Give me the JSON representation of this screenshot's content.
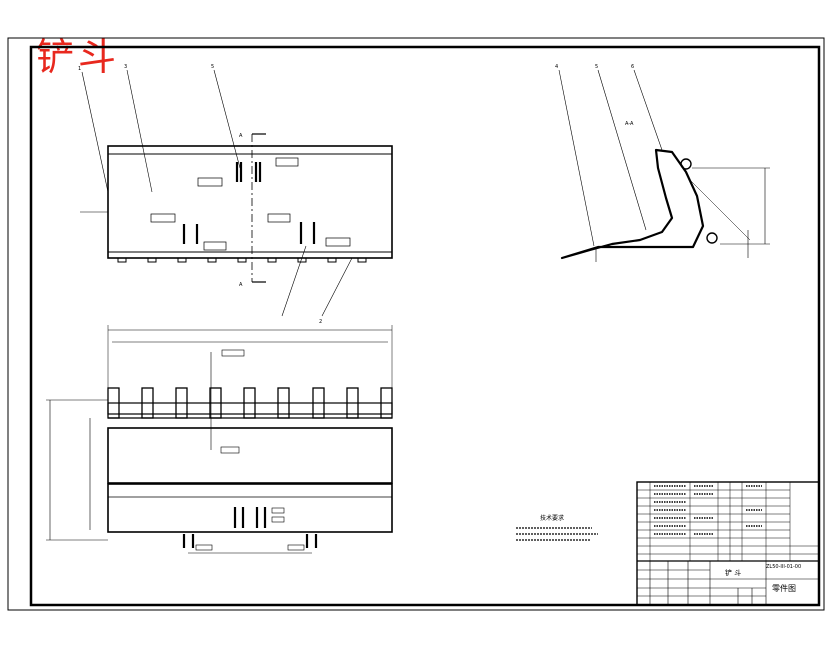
{
  "drawing": {
    "stamp_title": "铲斗",
    "section_label": "A-A",
    "section_mark": "A",
    "leaders_side": [
      "4",
      "5",
      "6"
    ],
    "leaders_front": [
      "1",
      "3",
      "5",
      "2"
    ],
    "tech_requirements_title": "技术要求",
    "colors": {
      "line": "#000000",
      "stamp": "#e8281e",
      "paper": "#ffffff"
    }
  },
  "title_block": {
    "part_name": "铲 斗",
    "drawing_no": "ZL50-III-01-00",
    "drawing_type": "零件图"
  }
}
